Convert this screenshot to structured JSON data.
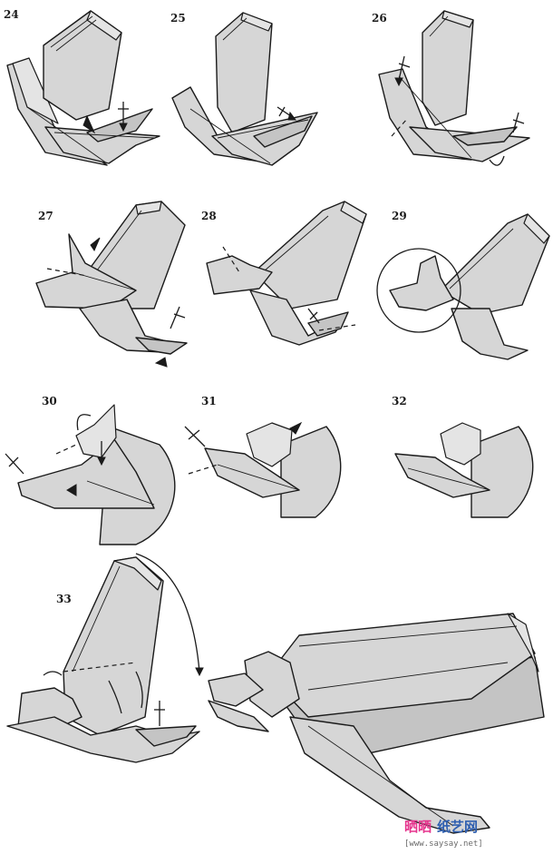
{
  "steps": [
    {
      "id": "step-24",
      "label": "24"
    },
    {
      "id": "step-25",
      "label": "25"
    },
    {
      "id": "step-26",
      "label": "26"
    },
    {
      "id": "step-27",
      "label": "27"
    },
    {
      "id": "step-28",
      "label": "28"
    },
    {
      "id": "step-29",
      "label": "29"
    },
    {
      "id": "step-30",
      "label": "30"
    },
    {
      "id": "step-31",
      "label": "31"
    },
    {
      "id": "step-32",
      "label": "32"
    },
    {
      "id": "step-33",
      "label": "33"
    }
  ],
  "watermark": {
    "brand_part1": "晒晒",
    "brand_part2": "纸艺网",
    "url": "[www.saysay.net]",
    "brand_color_1": "#e5338c",
    "brand_color_2": "#2f5fb0"
  },
  "colors": {
    "paper": "#d6d6d6",
    "paper_shadow": "#c4c4c4",
    "line": "#1a1a1a"
  }
}
